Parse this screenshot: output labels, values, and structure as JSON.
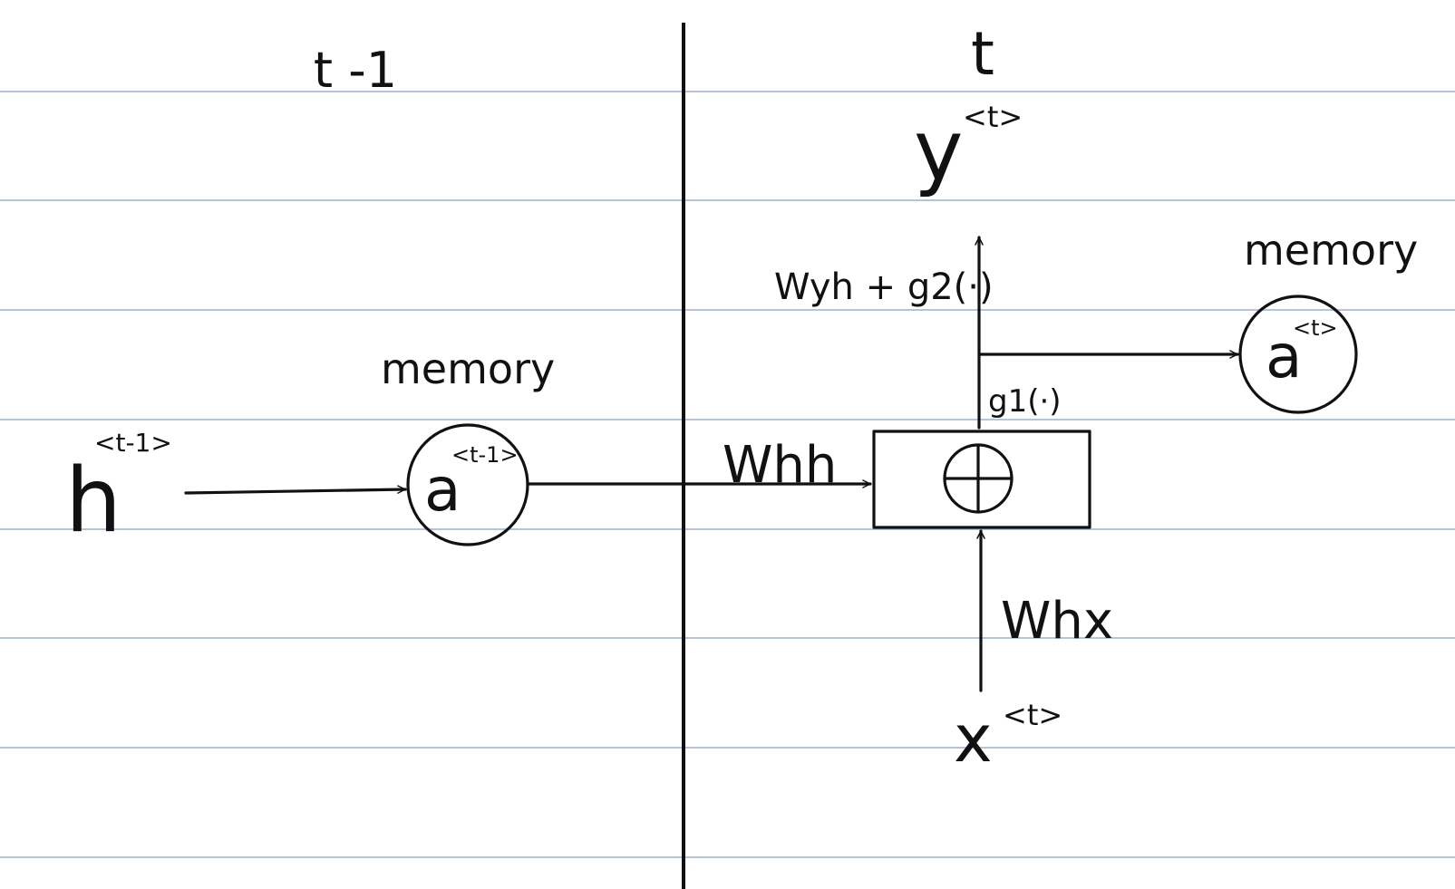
{
  "colors": {
    "paper": "#ffffff",
    "ruling": "#b7c3d9",
    "ink": "#111111"
  },
  "left_panel": {
    "time_label": "t -1",
    "input_base": "h",
    "input_sup": "<t-1>",
    "memory_label": "memory",
    "state_base": "a",
    "state_sup": "<t-1>"
  },
  "right_panel": {
    "time_label": "t",
    "output_base": "y",
    "output_sup": "<t>",
    "output_weight": "Wyh + g2(·)",
    "g1_label": "g1(·)",
    "memory_label": "memory",
    "state_base": "a",
    "state_sup": "<t>",
    "recurrent_weight": "Whh",
    "input_weight": "Whx",
    "input_base": "x",
    "input_sup": "<t>"
  }
}
